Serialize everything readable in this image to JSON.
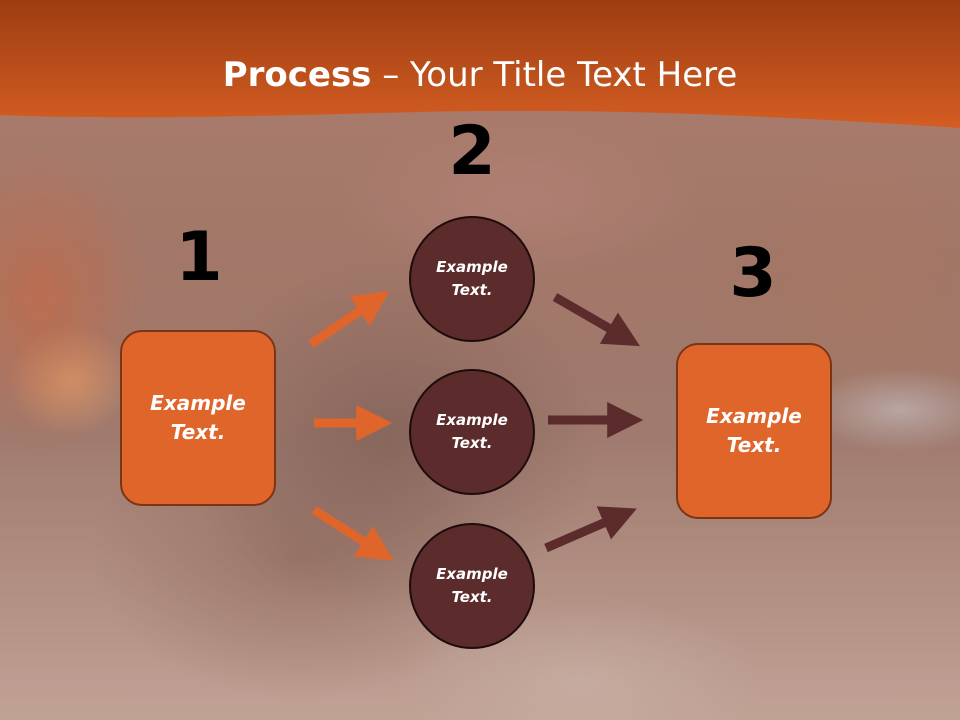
{
  "colors": {
    "banner": "#c9561d",
    "box_fill": "#e0652b",
    "circle_fill": "#5c2b2b",
    "arrow_orange": "#e0652b",
    "arrow_maroon": "#5c2b2b"
  },
  "header": {
    "title_bold": "Process",
    "title_rest": " – Your Title Text Here"
  },
  "steps": {
    "step1_number": "1",
    "step2_number": "2",
    "step3_number": "3"
  },
  "nodes": {
    "left_box": "Example Text.",
    "circle_top": "Example Text.",
    "circle_middle": "Example Text.",
    "circle_bottom": "Example Text.",
    "right_box": "Example Text."
  }
}
